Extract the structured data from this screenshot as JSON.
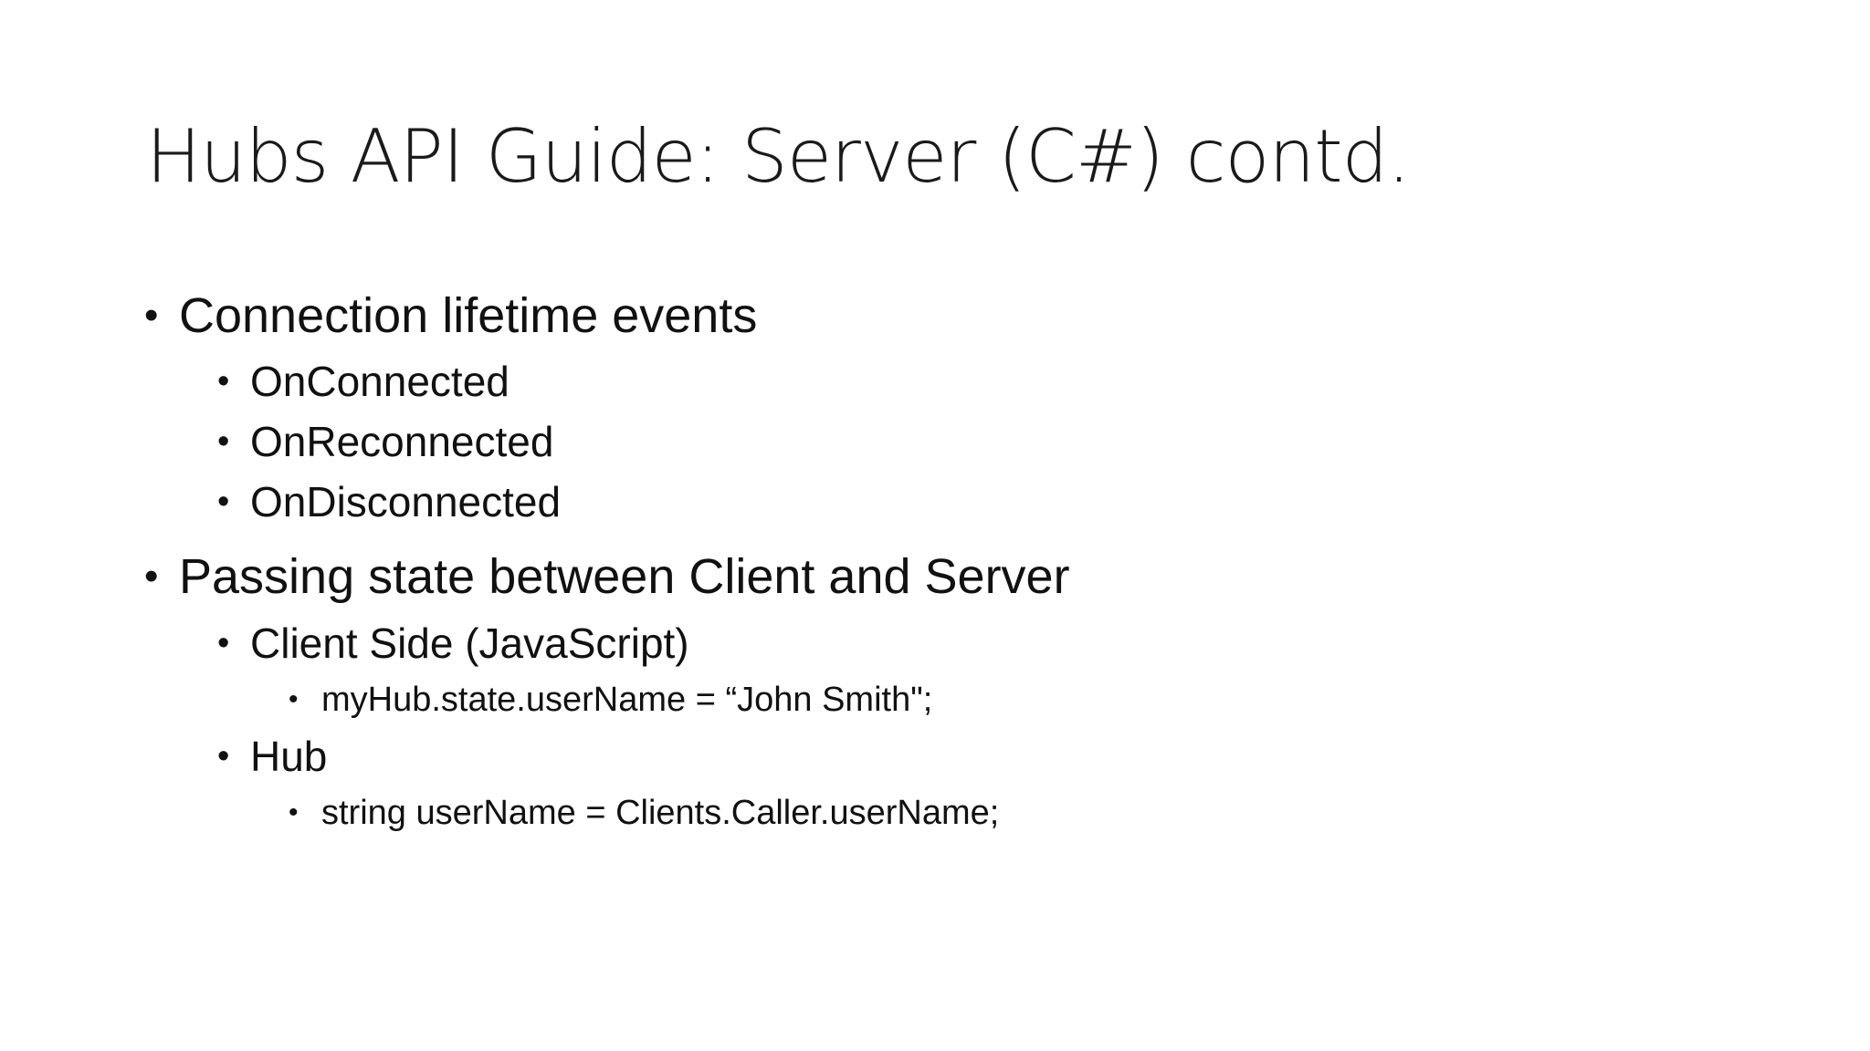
{
  "slide": {
    "title": "Hubs API Guide: Server (C#) contd.",
    "bullet_glyph": "•",
    "items": [
      {
        "level": 1,
        "text": "Connection lifetime events"
      },
      {
        "level": 2,
        "text": "OnConnected"
      },
      {
        "level": 2,
        "text": "OnReconnected"
      },
      {
        "level": 2,
        "text": "OnDisconnected"
      },
      {
        "level": 1,
        "text": "Passing state between Client and Server"
      },
      {
        "level": 2,
        "text": "Client Side (JavaScript)"
      },
      {
        "level": 3,
        "text": "myHub.state.userName = “John Smith\";"
      },
      {
        "level": 2,
        "text": "Hub"
      },
      {
        "level": 3,
        "text": "string userName = Clients.Caller.userName;"
      }
    ]
  }
}
